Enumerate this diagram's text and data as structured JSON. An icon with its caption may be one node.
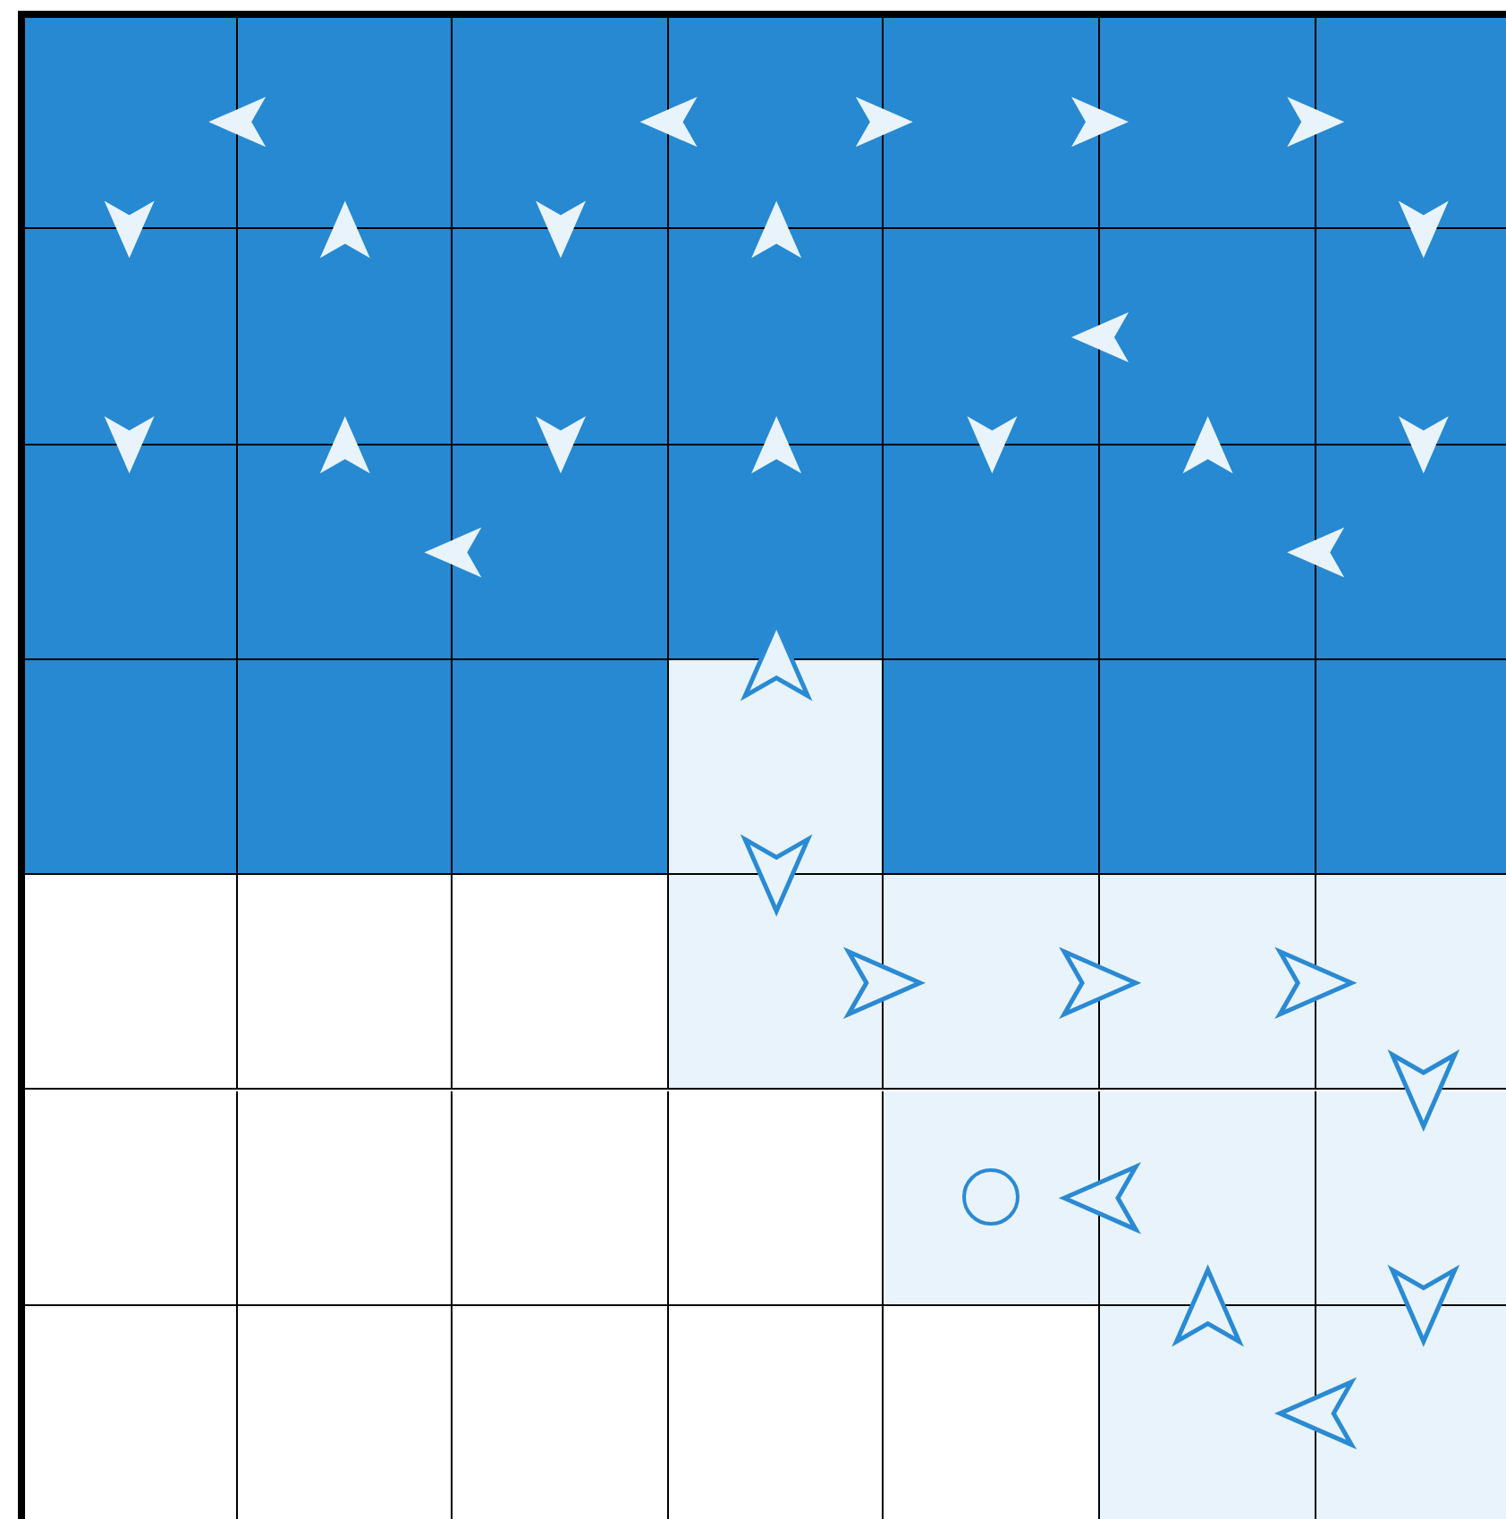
{
  "diagram": {
    "nodes": [
      {
        "text": [],
        "shape": "box"
      },
      {
        "text": [],
        "shape": "box"
      },
      {
        "text": [],
        "shape": "box"
      },
      {
        "text": [],
        "shape": "box"
      },
      {
        "text": [],
        "shape": "box"
      },
      {
        "text": [],
        "shape": "box"
      },
      {
        "text": [],
        "shape": "box"
      },
      {
        "text": [],
        "shape": "box"
      },
      {
        "text": [],
        "shape": "box"
      },
      {
        "text": [],
        "shape": "box"
      },
      {
        "text": [],
        "shape": "box"
      },
      {
        "text": [],
        "shape": "box"
      },
      {
        "text": [],
        "shape": "box"
      },
      {
        "text": [],
        "shape": "box"
      },
      {
        "text": [],
        "shape": "box"
      },
      {
        "text": [],
        "shape": "box"
      },
      {
        "text": [],
        "shape": "box"
      },
      {
        "text": [],
        "shape": "box"
      },
      {
        "text": [],
        "shape": "box"
      },
      {
        "text": [],
        "shape": "box"
      },
      {
        "text": [],
        "shape": "box"
      },
      {
        "text": [],
        "shape": "box"
      },
      {
        "text": [],
        "shape": "box"
      },
      {
        "text": [],
        "shape": "box"
      },
      {
        "text": [],
        "shape": "box"
      },
      {
        "text": [],
        "shape": "box"
      },
      {
        "text": [],
        "shape": "box"
      },
      {
        "text": [],
        "shape": "box"
      },
      {
        "text": [],
        "shape": "box"
      },
      {
        "text": [],
        "shape": "box"
      },
      {
        "text": [],
        "shape": "box"
      },
      {
        "text": [],
        "shape": "box"
      },
      {
        "text": [],
        "shape": "box"
      },
      {
        "text": [],
        "shape": "box"
      },
      {
        "text": [],
        "shape": "box"
      },
      {
        "text": [],
        "shape": "box"
      },
      {
        "text": [],
        "shape": "box"
      },
      {
        "text": [],
        "shape": "box"
      },
      {
        "text": [],
        "shape": "box"
      },
      {
        "text": [],
        "shape": "box"
      },
      {
        "text": [],
        "shape": "box"
      },
      {
        "text": [],
        "shape": "box"
      },
      {
        "text": [],
        "shape": "box"
      },
      {
        "text": [],
        "shape": "box"
      },
      {
        "text": [],
        "shape": "box"
      },
      {
        "text": [],
        "shape": "box"
      },
      {
        "text": [],
        "shape": "box"
      },
      {
        "text": [],
        "shape": "box"
      },
      {
        "text": [],
        "shape": "box"
      },
      {
        "text": [],
        "shape": "circle",
        "in": 39
      }
    ],
    "edges": [
      {
        "from": 1,
        "to": 0,
        "arrow": "to"
      },
      {
        "from": 3,
        "to": 2,
        "arrow": "to"
      },
      {
        "from": 3,
        "to": 4,
        "arrow": "to"
      },
      {
        "from": 4,
        "to": 5,
        "arrow": "to"
      },
      {
        "from": 5,
        "to": 6,
        "arrow": "to"
      },
      {
        "from": 0,
        "to": 7,
        "arrow": "to"
      },
      {
        "from": 8,
        "to": 1,
        "arrow": "to"
      },
      {
        "from": 2,
        "to": 9,
        "arrow": "to"
      },
      {
        "from": 10,
        "to": 3,
        "arrow": "to"
      },
      {
        "from": 6,
        "to": 13,
        "arrow": "to"
      },
      {
        "from": 12,
        "to": 11,
        "arrow": "to"
      },
      {
        "from": 7,
        "to": 14,
        "arrow": "to"
      },
      {
        "from": 15,
        "to": 8,
        "arrow": "to"
      },
      {
        "from": 9,
        "to": 16,
        "arrow": "to"
      },
      {
        "from": 17,
        "to": 10,
        "arrow": "to"
      },
      {
        "from": 11,
        "to": 18,
        "arrow": "to"
      },
      {
        "from": 19,
        "to": 12,
        "arrow": "to"
      },
      {
        "from": 13,
        "to": 20,
        "arrow": "to"
      },
      {
        "from": 16,
        "to": 15,
        "arrow": "to"
      },
      {
        "from": 20,
        "to": 19,
        "arrow": "to"
      },
      {
        "from": 24,
        "to": 17,
        "arrow": "to",
        "color": "#2a8ad4"
      },
      {
        "from": 24,
        "to": 31,
        "arrow": "to",
        "color": "#2a8ad4"
      },
      {
        "from": 31,
        "to": 32,
        "arrow": "to",
        "color": "#2a8ad4"
      },
      {
        "from": 32,
        "to": 33,
        "arrow": "to",
        "color": "#2a8ad4"
      },
      {
        "from": 33,
        "to": 34,
        "arrow": "to",
        "color": "#2a8ad4"
      },
      {
        "from": 34,
        "to": 41,
        "arrow": "to",
        "color": "#2a8ad4"
      },
      {
        "from": 40,
        "to": 39,
        "arrow": "to",
        "color": "#2a8ad4"
      },
      {
        "from": 47,
        "to": 40,
        "arrow": "to",
        "color": "#2a8ad4"
      },
      {
        "from": 41,
        "to": 48,
        "arrow": "to",
        "color": "#2a8ad4"
      },
      {
        "from": 48,
        "to": 47,
        "arrow": "to",
        "color": "#2a8ad4"
      }
    ]
  }
}
